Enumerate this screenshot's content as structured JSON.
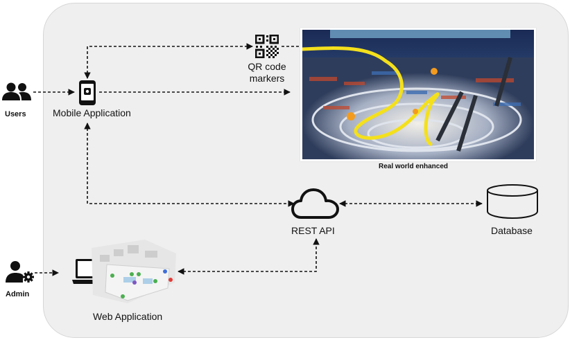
{
  "nodes": {
    "users": "Users",
    "admin": "Admin",
    "mobile_app": "Mobile Application",
    "qr_markers_line1": "QR code",
    "qr_markers_line2": "markers",
    "real_world": "Real world enhanced",
    "rest_api": "REST API",
    "database": "Database",
    "web_app": "Web Application"
  },
  "colors": {
    "panel_bg": "#efefef",
    "line": "#111111",
    "path_highlight": "#f4e01c"
  }
}
